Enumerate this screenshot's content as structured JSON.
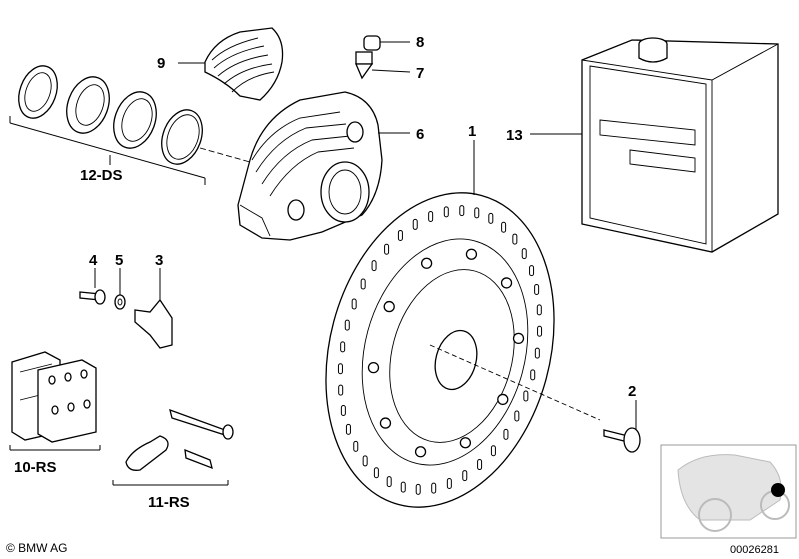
{
  "labels": {
    "p1": "1",
    "p2": "2",
    "p3": "3",
    "p4": "4",
    "p5": "5",
    "p6": "6",
    "p7": "7",
    "p8": "8",
    "p9": "9",
    "p10": "10-RS",
    "p11": "11-RS",
    "p12": "12-DS",
    "p13": "13"
  },
  "footer": {
    "copyright": "© BMW AG",
    "diagram_number": "00026281"
  },
  "icons": {
    "container": "fluid-container-icon",
    "thumbnail": "motorcycle-thumbnail-icon"
  }
}
